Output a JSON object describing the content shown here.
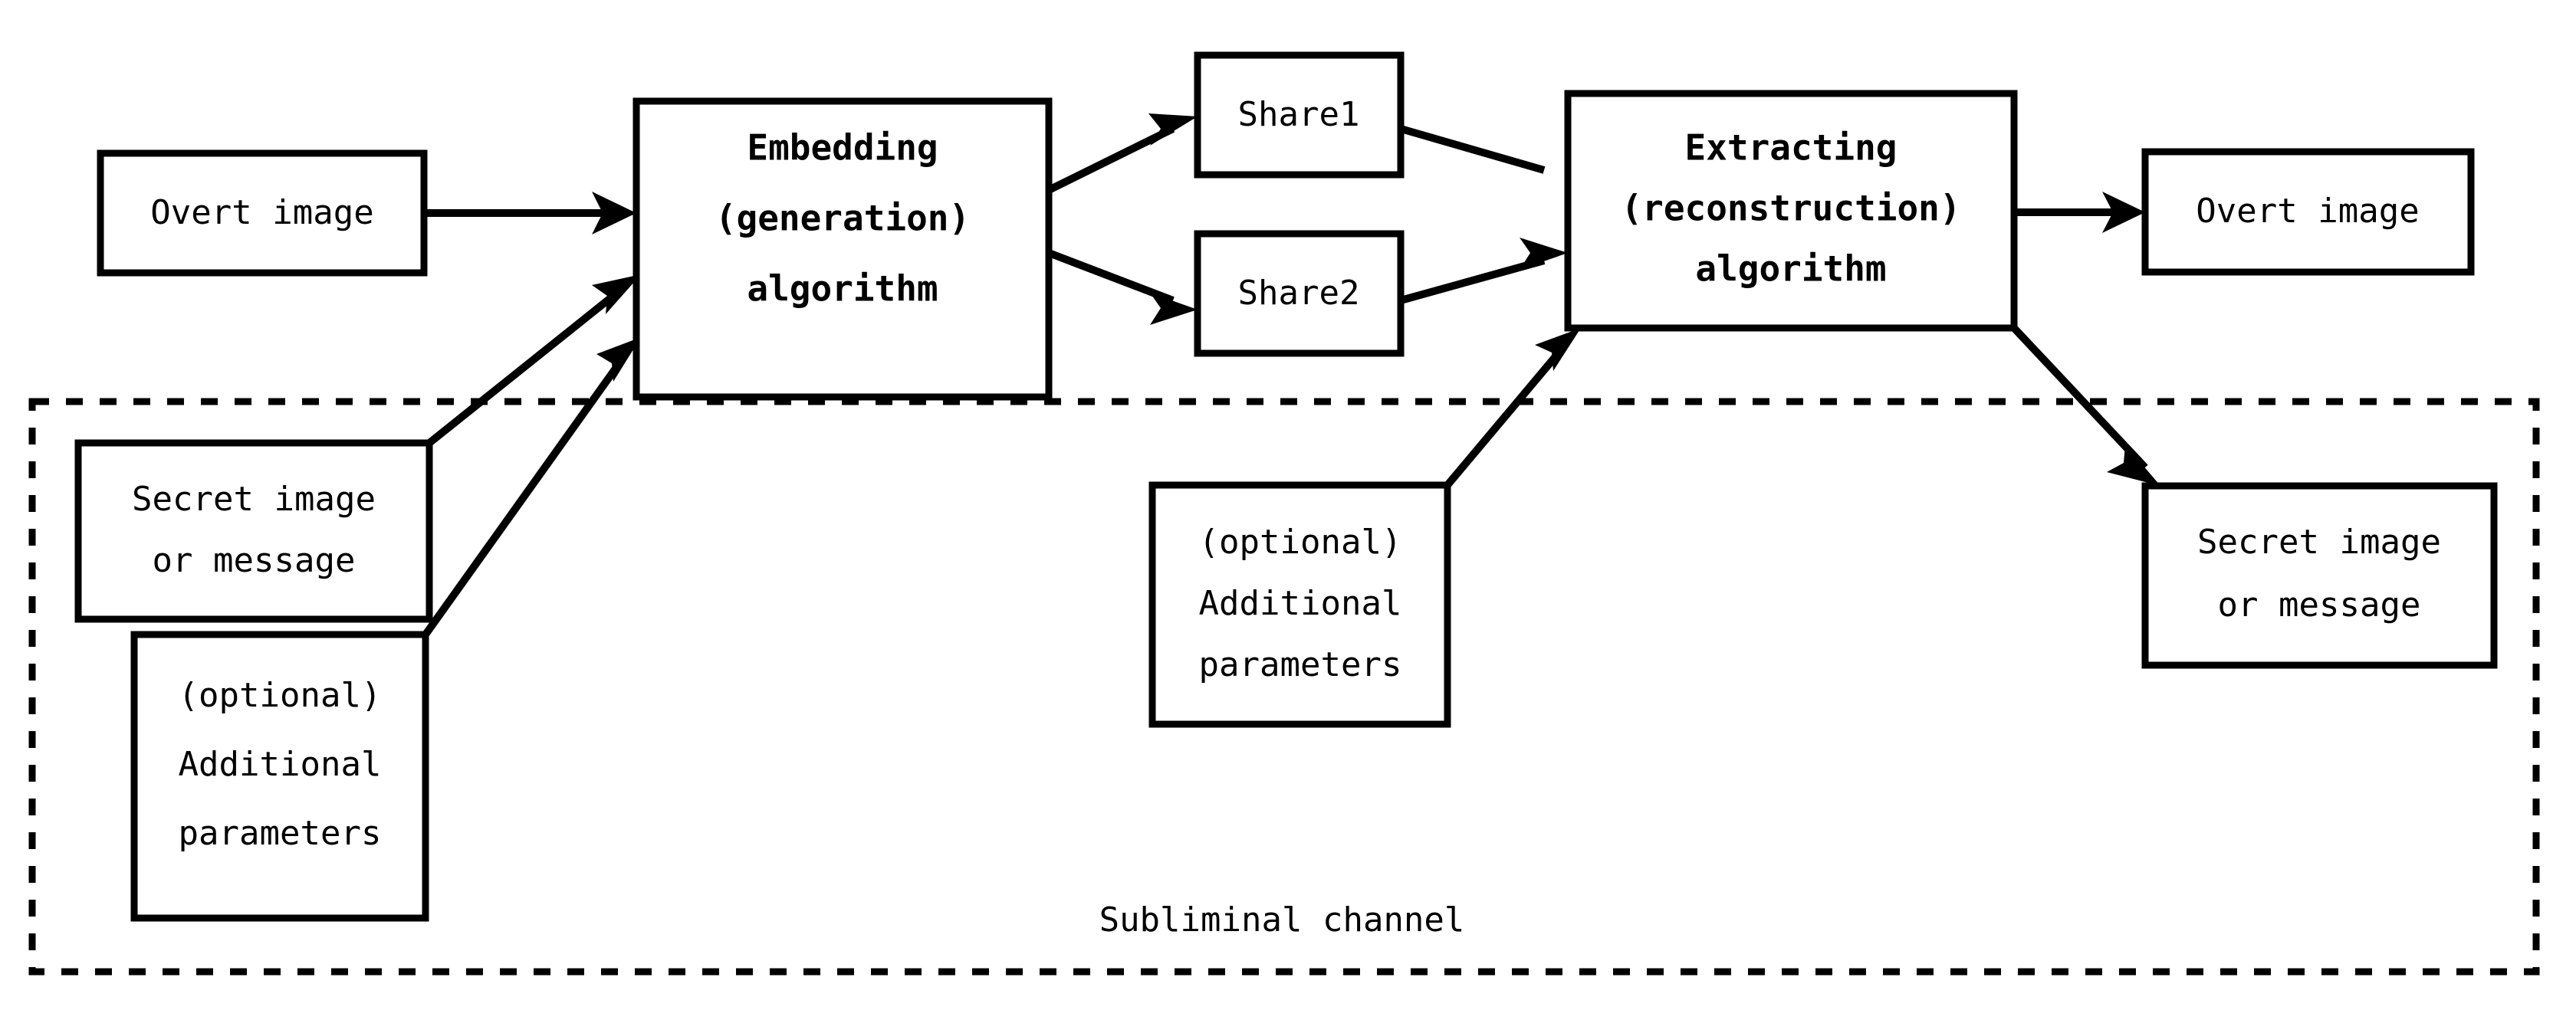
{
  "diagram": {
    "title": "Steganography subliminal channel block diagram",
    "background_color": "#ffffff",
    "stroke_color": "#000000",
    "boxes": {
      "overt_image_input": {
        "label": "Overt image"
      },
      "embedding_algorithm": {
        "line1": "Embedding",
        "line2": "(generation)",
        "line3": "algorithm"
      },
      "share1": {
        "label": "Share1"
      },
      "share2": {
        "label": "Share2"
      },
      "extracting_algorithm": {
        "line1": "Extracting",
        "line2": "(reconstruction)",
        "line3": "algorithm"
      },
      "overt_image_output": {
        "label": "Overt image"
      },
      "secret_input": {
        "line1": "Secret image",
        "line2": "or message"
      },
      "optional_params_left": {
        "line1": "(optional)",
        "line2": "Additional",
        "line3": "parameters"
      },
      "optional_params_middle": {
        "line1": "(optional)",
        "line2": "Additional",
        "line3": "parameters"
      },
      "secret_output": {
        "line1": "Secret image",
        "line2": "or message"
      }
    },
    "region": {
      "subliminal_channel_label": "Subliminal channel"
    }
  }
}
